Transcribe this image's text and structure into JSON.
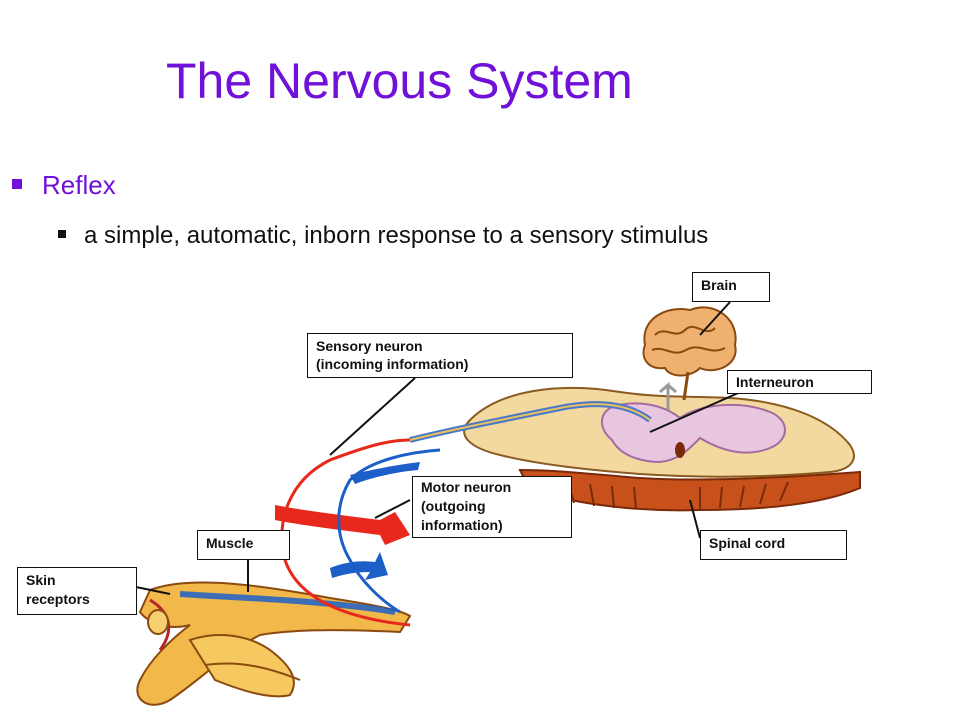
{
  "slide": {
    "title": "The Nervous System",
    "bullet": "Reflex",
    "sub_bullet": "a simple, automatic, inborn response to a sensory stimulus"
  },
  "labels": {
    "brain": "Brain",
    "sensory_line1": "Sensory neuron",
    "sensory_line2": "(incoming information)",
    "interneuron": "Interneuron",
    "motor_line1": "Motor neuron",
    "motor_line2": "(outgoing",
    "motor_line3": "information)",
    "muscle": "Muscle",
    "spinal_cord": "Spinal cord",
    "skin_line1": "Skin",
    "skin_line2": "receptors"
  },
  "colors": {
    "title": "#7010d8",
    "sensory_path": "#e8281c",
    "motor_path": "#1c5fc8",
    "spinal_body": "#f3d9a0",
    "spinal_root": "#c8501a"
  }
}
